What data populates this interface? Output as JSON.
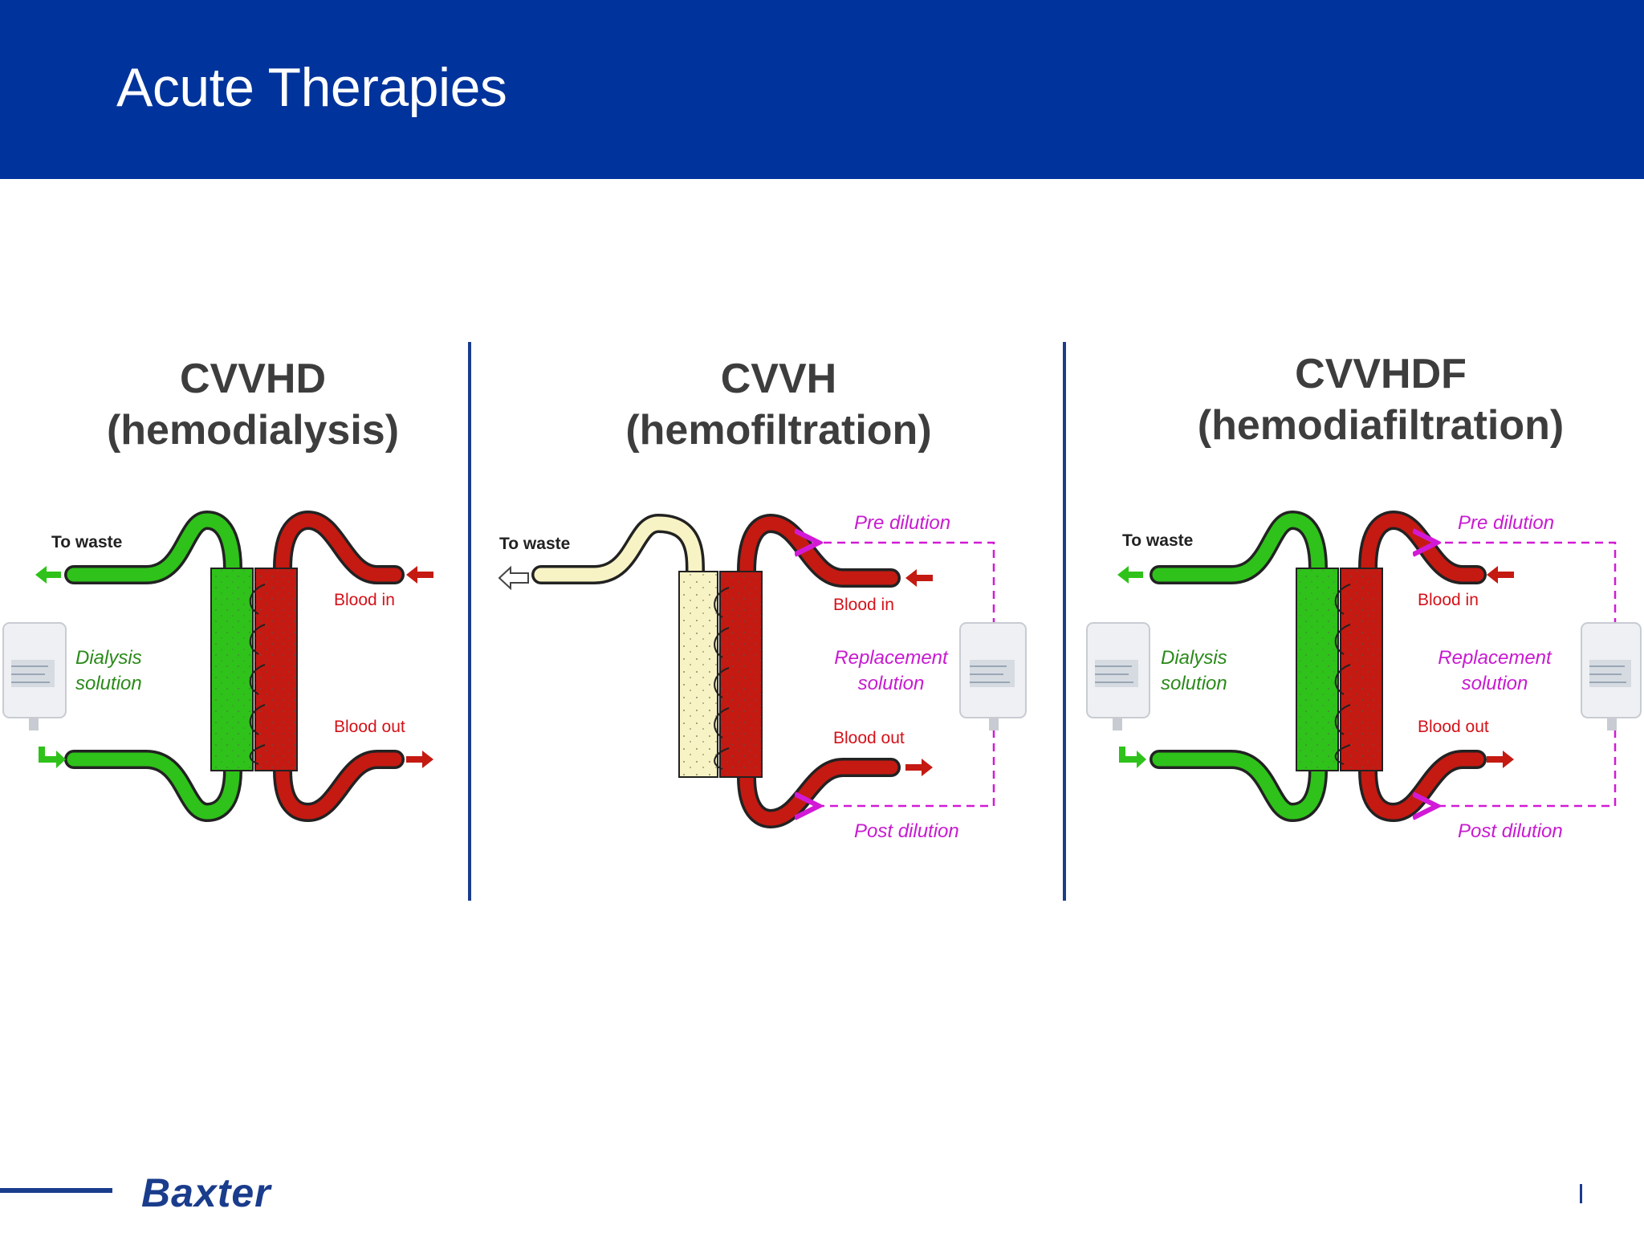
{
  "header": {
    "title": "Acute Therapies"
  },
  "panels": [
    {
      "title_line1": "CVVHD",
      "title_line2": "(hemodialysis)",
      "to_waste": "To waste",
      "blood_in": "Blood in",
      "blood_out": "Blood out",
      "dialysis_solution": "Dialysis\nsolution"
    },
    {
      "title_line1": "CVVH",
      "title_line2": "(hemofiltration)",
      "to_waste": "To waste",
      "blood_in": "Blood in",
      "blood_out": "Blood out",
      "pre_dilution": "Pre dilution",
      "post_dilution": "Post dilution",
      "replacement_solution": "Replacement\nsolution"
    },
    {
      "title_line1": "CVVHDF",
      "title_line2": "(hemodiafiltration)",
      "to_waste": "To waste",
      "blood_in": "Blood in",
      "blood_out": "Blood out",
      "pre_dilution": "Pre dilution",
      "post_dilution": "Post dilution",
      "dialysis_solution": "Dialysis\nsolution",
      "replacement_solution": "Replacement\nsolution"
    }
  ],
  "footer": {
    "logo": "Baxter"
  },
  "colors": {
    "header_bg": "#00339b",
    "dialysate_green": "#2fc21a",
    "blood_red": "#c41a12",
    "filtrate_yellow": "#f7f3c4",
    "dilution_magenta": "#d21ad6"
  }
}
